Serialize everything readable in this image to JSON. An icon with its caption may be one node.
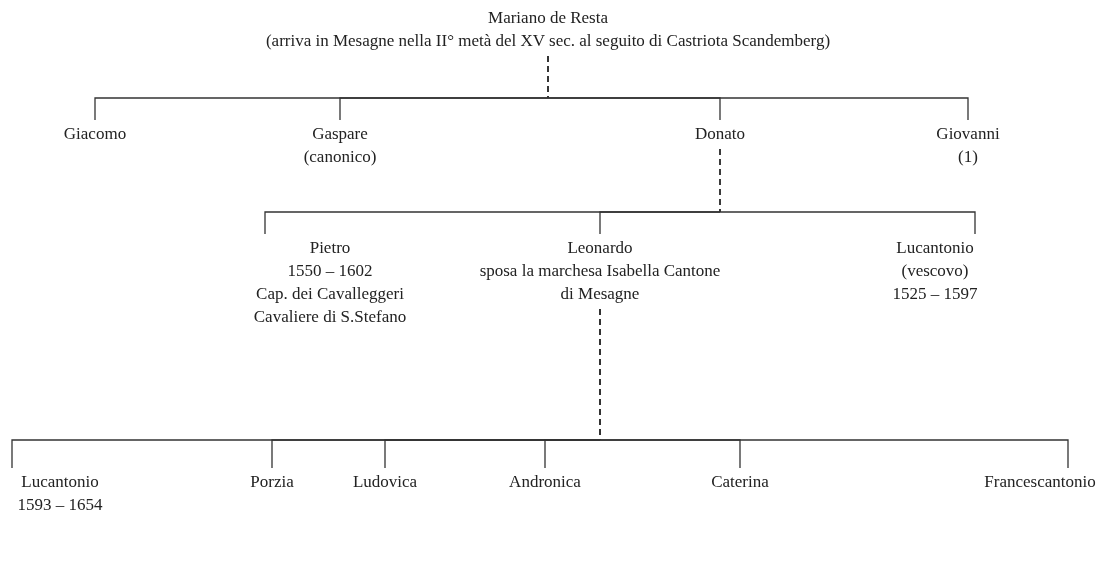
{
  "diagram": {
    "nodes": [
      {
        "text": [
          "Mariano de Resta",
          "(arriva in Mesagne nella II° metà del XV sec. al seguito di Castriota Scandemberg)"
        ]
      },
      {
        "text": [
          "Giacomo"
        ]
      },
      {
        "text": [
          "Gaspare",
          "(canonico)"
        ]
      },
      {
        "text": [
          "Donato"
        ]
      },
      {
        "text": [
          "Giovanni",
          "(1)"
        ]
      },
      {
        "text": [
          "Pietro",
          "1550 – 1602",
          "Cap. dei Cavalleggeri",
          "Cavaliere di S.Stefano"
        ]
      },
      {
        "text": [
          "Leonardo",
          "sposa la marchesa Isabella Cantone di Mesagne"
        ]
      },
      {
        "text": [
          "Lucantonio",
          "(vescovo)",
          "1525 – 1597"
        ]
      },
      {
        "text": [
          "Lucantonio",
          "1593 – 1654"
        ]
      },
      {
        "text": [
          "Porzia"
        ]
      },
      {
        "text": [
          "Ludovica"
        ]
      },
      {
        "text": [
          "Andronica"
        ]
      },
      {
        "text": [
          "Caterina"
        ]
      },
      {
        "text": [
          "Francescantonio"
        ]
      }
    ],
    "edges": [
      {
        "from": 0,
        "to": 1,
        "arrow": "none"
      },
      {
        "from": 0,
        "to": 2,
        "arrow": "none"
      },
      {
        "from": 0,
        "to": 3,
        "arrow": "none"
      },
      {
        "from": 0,
        "to": 4,
        "arrow": "none"
      },
      {
        "from": 3,
        "to": 5,
        "arrow": "none"
      },
      {
        "from": 3,
        "to": 6,
        "arrow": "none"
      },
      {
        "from": 3,
        "to": 7,
        "arrow": "none"
      },
      {
        "from": 6,
        "to": 8,
        "arrow": "none"
      },
      {
        "from": 6,
        "to": 9,
        "arrow": "none"
      },
      {
        "from": 6,
        "to": 10,
        "arrow": "none"
      },
      {
        "from": 6,
        "to": 11,
        "arrow": "none"
      },
      {
        "from": 6,
        "to": 12,
        "arrow": "none"
      },
      {
        "from": 6,
        "to": 13,
        "arrow": "none"
      }
    ]
  }
}
